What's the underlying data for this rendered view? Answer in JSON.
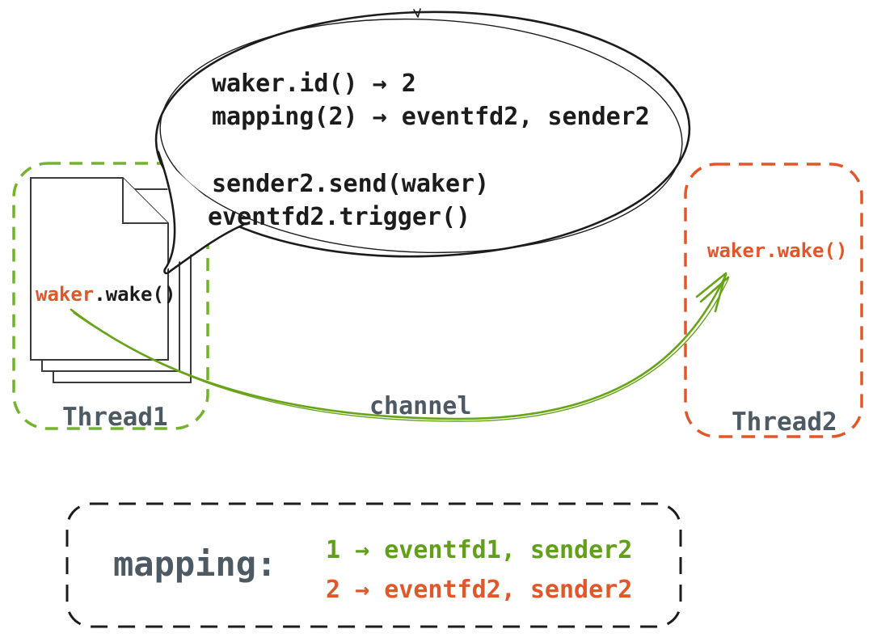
{
  "colors": {
    "ink": "#1c1c1c",
    "page_stroke": "#3a3a3a",
    "green_border": "#74b32b",
    "green_arrow": "#68a417",
    "green_text": "#63a01a",
    "orange": "#e2562a",
    "slate": "#4d5a64"
  },
  "speech_bubble": {
    "lines": [
      "waker.id() → 2",
      "mapping(2) → eventfd2, sender2",
      "sender2.send(waker)",
      "eventfd2.trigger()"
    ]
  },
  "thread1": {
    "label": "Thread1",
    "call_object": "waker",
    "call_method": ".wake()"
  },
  "thread2": {
    "label": "Thread2",
    "call": "waker.wake()"
  },
  "channel": {
    "label": "channel"
  },
  "mapping_box": {
    "title": "mapping:",
    "entries": [
      {
        "text": "1 → eventfd1, sender2",
        "color": "#63a01a"
      },
      {
        "text": "2 → eventfd2, sender2",
        "color": "#e2562a"
      }
    ]
  }
}
